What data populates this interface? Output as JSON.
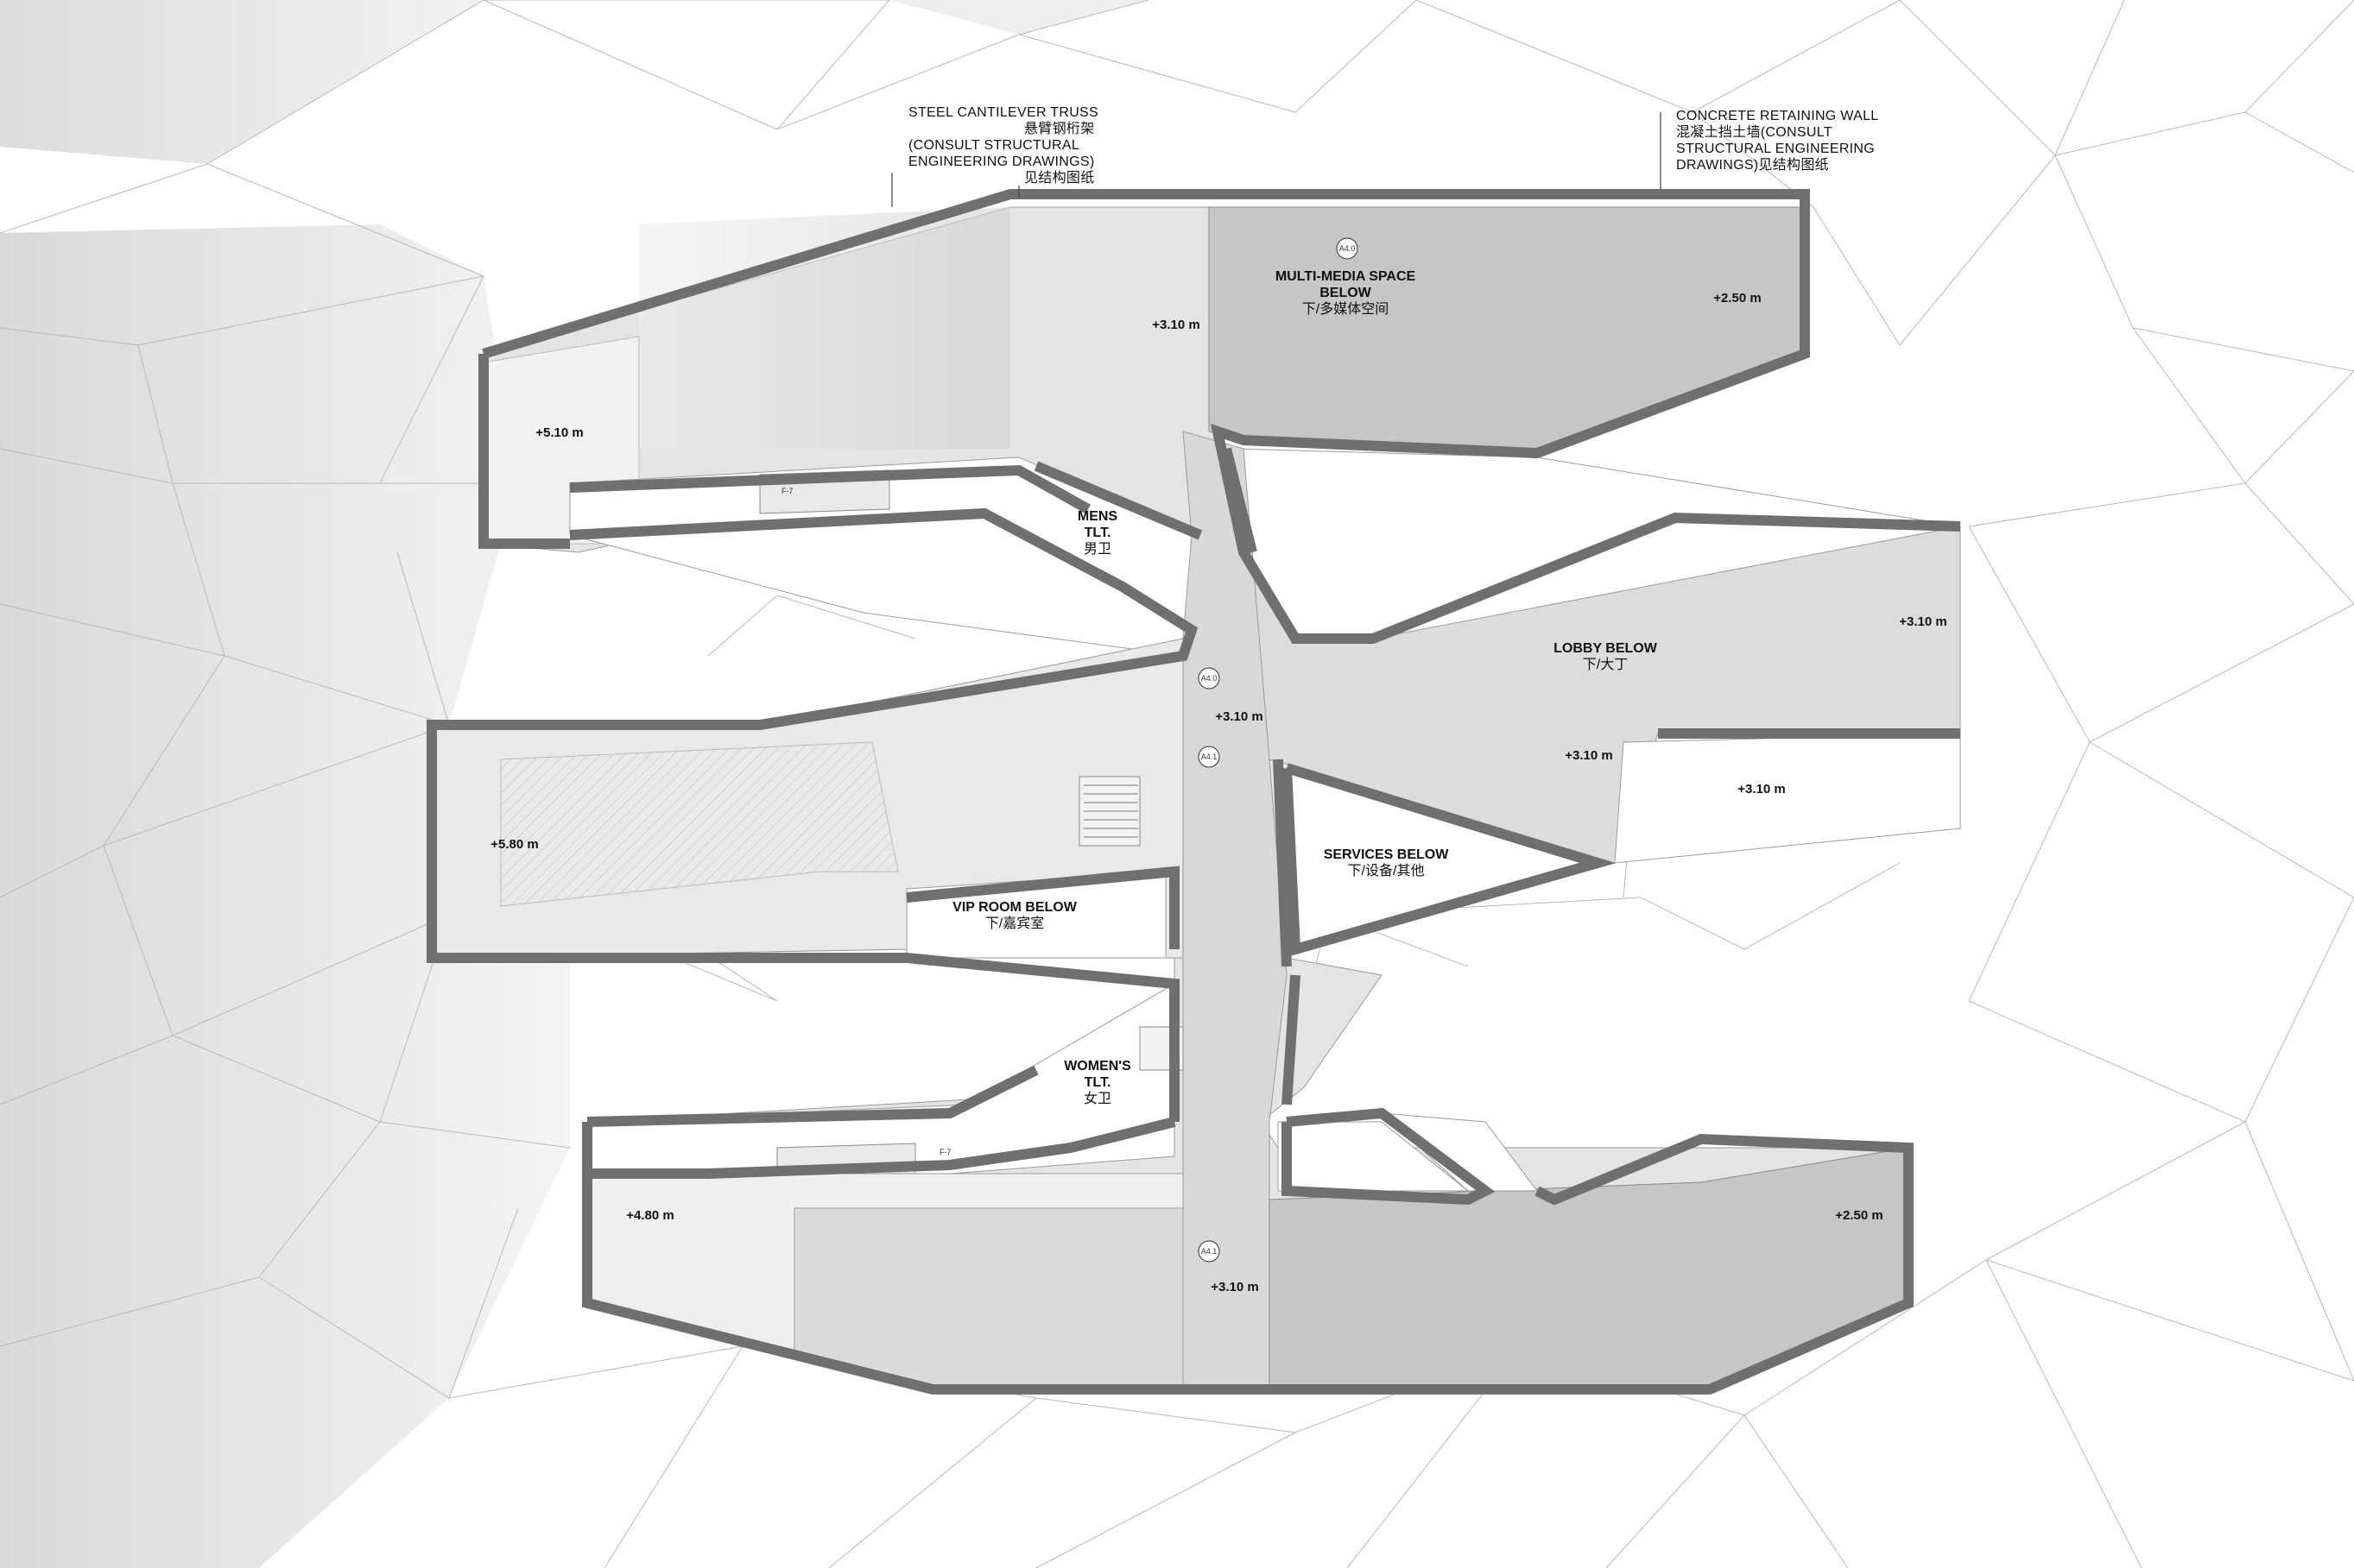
{
  "notes": {
    "truss": {
      "lines": [
        "STEEL CANTILEVER TRUSS",
        "悬臂钢桁架",
        "(CONSULT STRUCTURAL",
        "ENGINEERING DRAWINGS)",
        "见结构图纸"
      ]
    },
    "retaining_wall": {
      "lines": [
        "CONCRETE RETAINING WALL",
        "混凝土挡土墙(CONSULT",
        "STRUCTURAL ENGINEERING",
        "DRAWINGS)见结构图纸"
      ]
    }
  },
  "rooms": {
    "multimedia": {
      "line1": "MULTI-MEDIA SPACE",
      "line2": "BELOW",
      "cn": "下/多媒体空间"
    },
    "mens": {
      "line1": "MENS",
      "line2": "TLT.",
      "cn": "男卫"
    },
    "lobby": {
      "line1": "LOBBY BELOW",
      "cn": "下/大丁"
    },
    "services": {
      "line1": "SERVICES BELOW",
      "cn": "下/设备/其他"
    },
    "vip": {
      "line1": "VIP ROOM BELOW",
      "cn": "下/嘉宾室"
    },
    "womens": {
      "line1": "WOMEN'S",
      "line2": "TLT.",
      "cn": "女卫"
    }
  },
  "levels": {
    "l_510": "+5.10 m",
    "l_310_top": "+3.10 m",
    "l_250_top": "+2.50 m",
    "l_310_lobby": "+3.10 m",
    "l_310_center": "+3.10 m",
    "l_310_mid": "+3.10 m",
    "l_310_right": "+3.10 m",
    "l_580": "+5.80 m",
    "l_480": "+4.80 m",
    "l_250_bottom": "+2.50 m",
    "l_310_bottom": "+3.10 m"
  },
  "markers": {
    "section_a40": "A4.0",
    "section_a41": "A4.1",
    "stair": "F-7"
  }
}
